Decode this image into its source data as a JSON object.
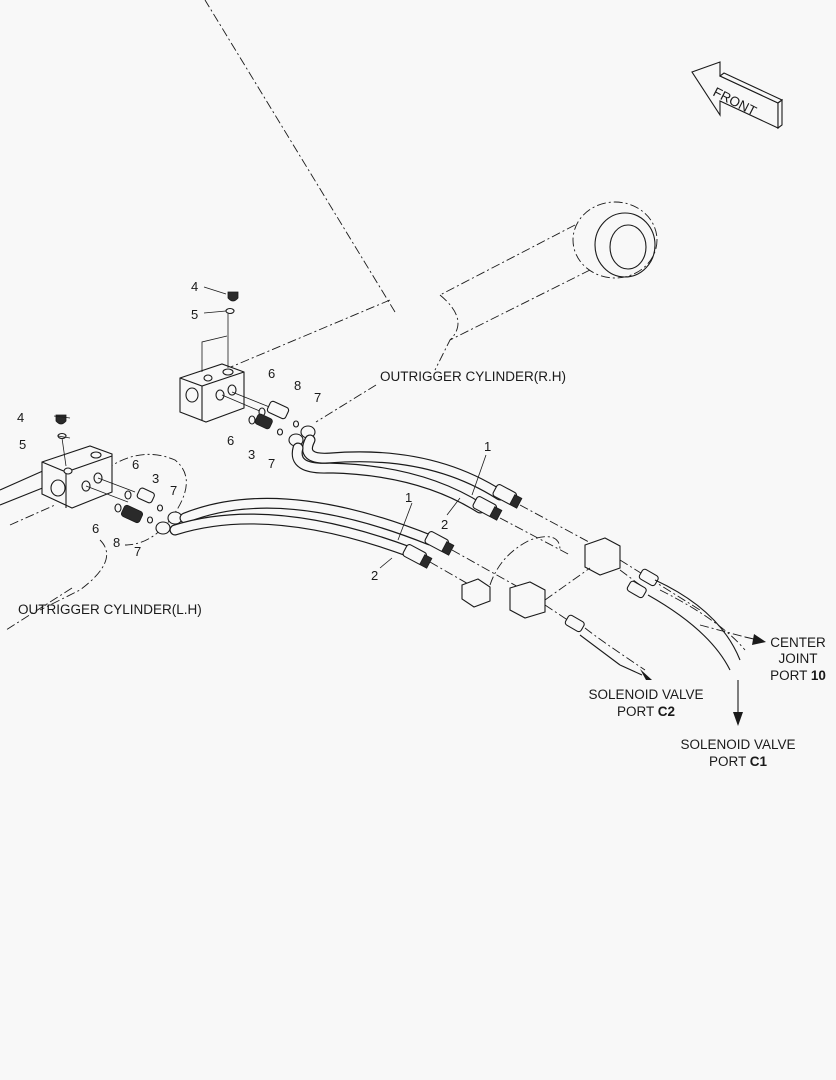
{
  "diagram": {
    "title": "Outrigger cylinder hydraulic piping",
    "front_indicator": {
      "label": "FRONT",
      "icon": "front-arrow-icon"
    },
    "labels": {
      "cyl_rh": "OUTRIGGER CYLINDER(R.H)",
      "cyl_lh": "OUTRIGGER CYLINDER(L.H)",
      "center_joint": {
        "line1": "CENTER",
        "line2": "JOINT",
        "line3_prefix": "PORT ",
        "line3_bold": "10"
      },
      "sol_c2": {
        "line1": "SOLENOID VALVE",
        "line2_prefix": "PORT ",
        "line2_bold": "C2"
      },
      "sol_c1": {
        "line1": "SOLENOID VALVE",
        "line2_prefix": "PORT ",
        "line2_bold": "C1"
      }
    },
    "callouts": {
      "rh": [
        "4",
        "5",
        "6",
        "8",
        "7",
        "6",
        "3",
        "7"
      ],
      "lh": [
        "4",
        "5",
        "6",
        "3",
        "7",
        "6",
        "8",
        "7"
      ],
      "hoses": [
        "1",
        "2",
        "1",
        "2"
      ]
    }
  }
}
